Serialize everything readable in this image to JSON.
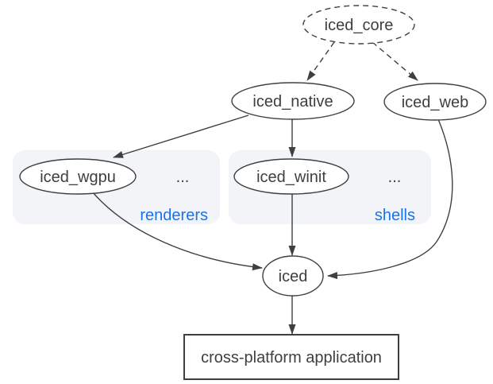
{
  "colors": {
    "ink": "#3c4043",
    "accent_blue": "#1a73e8",
    "cluster_bg": "#f3f4f7",
    "node_fill": "#ffffff",
    "page_bg": "#ffffff"
  },
  "diagram": {
    "nodes": {
      "iced_core": {
        "label": "iced_core"
      },
      "iced_native": {
        "label": "iced_native"
      },
      "iced_web": {
        "label": "iced_web"
      },
      "iced_wgpu": {
        "label": "iced_wgpu"
      },
      "iced_winit": {
        "label": "iced_winit"
      },
      "iced": {
        "label": "iced"
      },
      "app": {
        "label": "cross-platform application"
      }
    },
    "clusters": {
      "renderers": {
        "label": "renderers",
        "ellipsis": "..."
      },
      "shells": {
        "label": "shells",
        "ellipsis": "..."
      }
    }
  }
}
